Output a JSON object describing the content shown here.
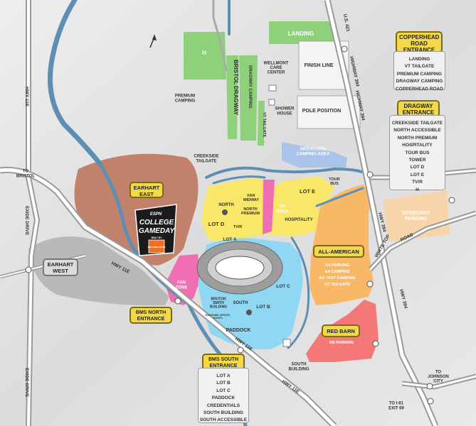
{
  "lots": {
    "landing": "LANDING",
    "h": "H",
    "bristol_dragway": "BRISTOL DRAGWAY",
    "dragway_camping": "DRAGWAY CAMPING",
    "vt_tailgate": "VT TAILGATE",
    "wellmont": "WELLMONT\nCARE\nCENTER",
    "finish_line": "FINISH LINE",
    "shower_house": "SHOWER\nHOUSE",
    "pole_position": "POLE POSITION",
    "premium_camping": "PREMIUM\nCAMPING",
    "medallion": "MEDALLION\nCAMPING AREA",
    "creekside_tailgate": "CREEKSIDE\nTAILGATE",
    "lot_e": "LOT E",
    "tour_bus": "TOUR\nBUS",
    "fan_midway": "FAN\nMIDWAY",
    "north": "NORTH",
    "north_premium": "NORTH\nPREMIUM",
    "ut_walk": "UT\nWALK",
    "hospitality": "HOSPITALITY",
    "lot_d": "LOT D",
    "tvr": "TV/R",
    "lot_a": "LOT A",
    "lot_c": "LOT C",
    "south": "SOUTH",
    "lot_b": "LOT B",
    "bruton": "BRUTON\nSMITH\nBUILDING",
    "bruton_sub": "SOUVENIRS, OFFICES,\nTICKETS",
    "paddock": "PADDOCK",
    "south_building": "SOUTH\nBUILDING",
    "fan_zone": "FAN\nZONE",
    "aa_items": [
      "AA PARKING",
      "AA CAMPING",
      "AA TENT CAMPING",
      "UT TAILGATE"
    ],
    "rb_parking": "RB PARKING",
    "speedway_parking": "SPEEDWAY\nPARKING",
    "earhart_west": "EARHART\nWEST"
  },
  "roads": {
    "us421": "U.S. 421",
    "hwy394_a": "HIGHWAY 394",
    "hwy394_b": "HIGHWAY 394",
    "hwy11e_a": "HWY 11E",
    "hwy11e_b": "HWY 11E",
    "hwy11e_c": "HWY 11E",
    "hwy11e_d": "HWY 11E",
    "hwy394_short": "HWY 394",
    "white_top": "WHITE TOP",
    "road": "ROAD",
    "exide_a": "EXIDE DRIVE",
    "exide_b": "EXIDE DRIVE",
    "to_bristol": "TO\nBRISTOL",
    "to_johnson": "TO\nJOHNSON\nCITY",
    "to_i81": "TO I-81\nEXIT 69"
  },
  "callouts": {
    "copperhead": "COPPERHEAD\nROAD\nENTRANCE",
    "dragway_entrance": "DRAGWAY\nENTRANCE",
    "earhart_east": "EARHART\nEAST",
    "all_american": "ALL-AMERICAN",
    "red_barn": "RED BARN",
    "bms_north": "BMS NORTH\nENTRANCE",
    "bms_south": "BMS SOUTH\nENTRANCE"
  },
  "lists": {
    "copperhead": [
      "LANDING",
      "VT TAILGATE",
      "PREMIUM CAMPING",
      "DRAGWAY CAMPING",
      "COPPERHEAD ROAD"
    ],
    "dragway": [
      "CREEKSIDE TAILGATE",
      "NORTH ACCESSIBLE",
      "NORTH PREMIUM",
      "HOSPITALITY",
      "TOUR BUS",
      "TOWER",
      "LOT D",
      "LOT E",
      "TV/R",
      "H"
    ],
    "bms_south": [
      "LOT A",
      "LOT B",
      "LOT C",
      "PADDOCK",
      "CREDENTIALS",
      "SOUTH BUILDING",
      "SOUTH ACCESSIBLE"
    ]
  },
  "gameday": {
    "espn": "ESPN",
    "college": "COLLEGE",
    "gameday": "GAMEDAY",
    "built_by": "BUILT BY",
    "sponsor": "THE HOME DEPOT"
  },
  "colors": {
    "background": "#e6e6e6",
    "river": "#5d8fb5",
    "green_lot": "#8fd07a",
    "yellow_lot": "#f8e768",
    "blue_lot": "#8fd7f2",
    "pink_lot": "#ef6fb2",
    "orange_lot": "#f8b868",
    "red_lot": "#f47878",
    "earhart_east": "#c2816b",
    "earhart_west": "#b9b9b9",
    "medallion": "#a9c4e8",
    "callout": "#f3d94a"
  }
}
